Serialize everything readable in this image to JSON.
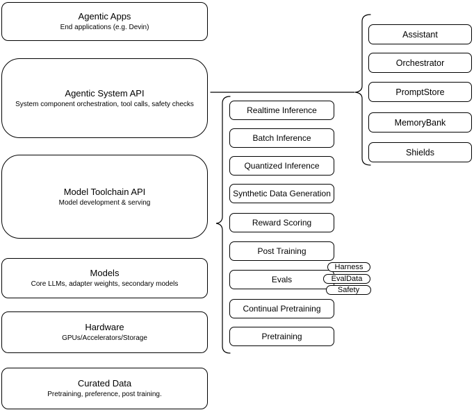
{
  "diagram": {
    "left_stack": [
      {
        "title": "Agentic Apps",
        "subtitle": "End applications (e.g. Devin)"
      },
      {
        "title": "Agentic System API",
        "subtitle": "System component orchestration, tool calls, safety checks"
      },
      {
        "title": "Model Toolchain API",
        "subtitle": "Model development & serving"
      },
      {
        "title": "Models",
        "subtitle": "Core LLMs, adapter weights, secondary models"
      },
      {
        "title": "Hardware",
        "subtitle": "GPUs/Accelerators/Storage"
      },
      {
        "title": "Curated Data",
        "subtitle": "Pretraining, preference, post training."
      }
    ],
    "toolchain_nodes": [
      "Realtime Inference",
      "Batch Inference",
      "Quantized Inference",
      "Synthetic Data Generation",
      "Reward Scoring",
      "Post Training",
      "Evals",
      "Continual Pretraining",
      "Pretraining"
    ],
    "evals_tags": [
      "Harness",
      "EvalData",
      "Safety"
    ],
    "system_nodes": [
      "Assistant",
      "Orchestrator",
      "PromptStore",
      "MemoryBank",
      "Shields"
    ],
    "colors": {
      "stroke": "#000000",
      "fill": "#ffffff",
      "background": "#ffffff"
    }
  }
}
